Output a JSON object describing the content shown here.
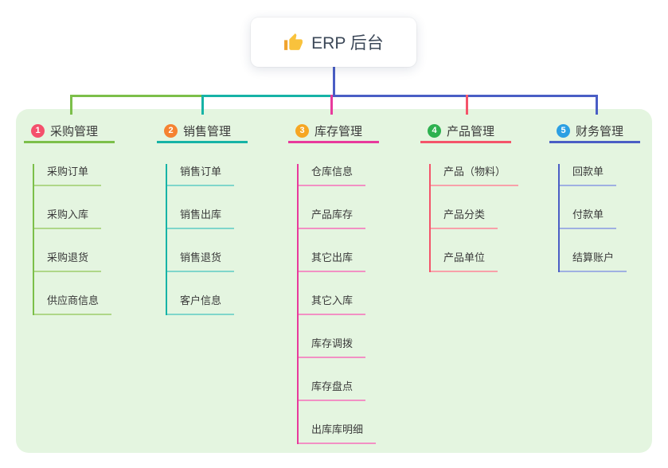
{
  "root": {
    "label": "ERP 后台",
    "icon": "thumbs-up-icon"
  },
  "panel": {
    "background": "#e4f5e0"
  },
  "connector": {
    "trunk_color": "#4a5ec5"
  },
  "branches": [
    {
      "index": "1",
      "label": "采购管理",
      "badge_color": "#f4506c",
      "line_color": "#7cbf4a",
      "light_line_color": "#afd788",
      "children": [
        "采购订单",
        "采购入库",
        "采购退货",
        "供应商信息"
      ]
    },
    {
      "index": "2",
      "label": "销售管理",
      "badge_color": "#f58231",
      "line_color": "#16b3a6",
      "light_line_color": "#7fd6cb",
      "children": [
        "销售订单",
        "销售出库",
        "销售退货",
        "客户信息"
      ]
    },
    {
      "index": "3",
      "label": "库存管理",
      "badge_color": "#f6a623",
      "line_color": "#e83a9c",
      "light_line_color": "#f290c4",
      "children": [
        "仓库信息",
        "产品库存",
        "其它出库",
        "其它入库",
        "库存调拨",
        "库存盘点",
        "出库库明细"
      ]
    },
    {
      "index": "4",
      "label": "产品管理",
      "badge_color": "#2eb150",
      "line_color": "#f4546a",
      "light_line_color": "#f8a0a9",
      "children": [
        "产品（物料）",
        "产品分类",
        "产品单位"
      ]
    },
    {
      "index": "5",
      "label": "财务管理",
      "badge_color": "#2b9fe3",
      "line_color": "#4a5ec5",
      "light_line_color": "#9fb0e2",
      "children": [
        "回款单",
        "付款单",
        "结算账户"
      ]
    }
  ]
}
